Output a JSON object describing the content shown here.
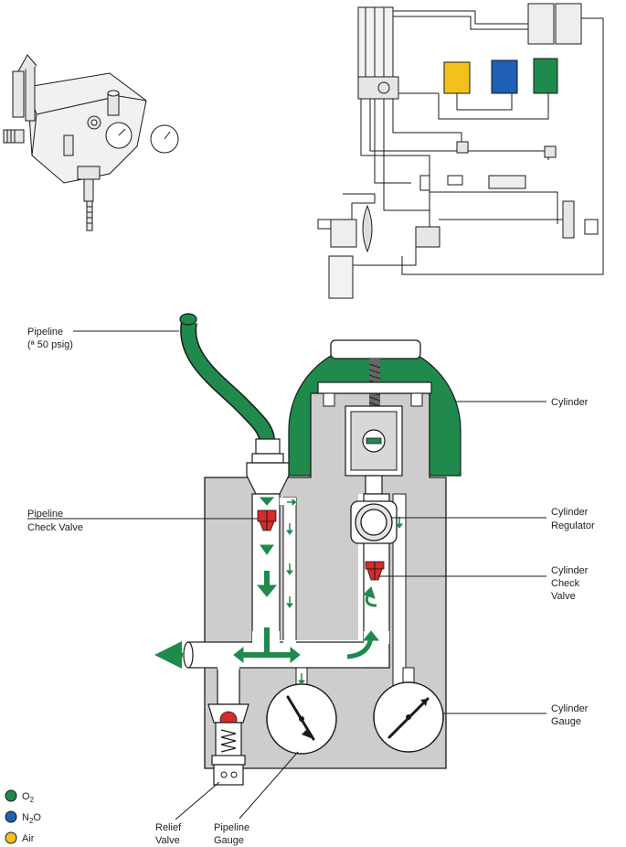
{
  "colors": {
    "o2": "#1f8a4c",
    "n2o": "#1f5fb4",
    "air": "#f2c21b",
    "relief": "#d62b2b",
    "body_gray": "#cdcdcd",
    "line": "#1a1a1a"
  },
  "labels": {
    "pipeline_line1": "Pipeline",
    "pipeline_line2": "(ª 50 psig)",
    "cylinder": "Cylinder",
    "pipeline_check_valve_line1": "Pipeline",
    "pipeline_check_valve_line2": "Check Valve",
    "cylinder_regulator_line1": "Cylinder",
    "cylinder_regulator_line2": "Regulator",
    "cylinder_check_valve_line1": "Cylinder",
    "cylinder_check_valve_line2": "Check",
    "cylinder_check_valve_line3": "Valve",
    "cylinder_gauge_line1": "Cylinder",
    "cylinder_gauge_line2": "Gauge",
    "relief_valve_line1": "Relief",
    "relief_valve_line2": "Valve",
    "pipeline_gauge_line1": "Pipeline",
    "pipeline_gauge_line2": "Gauge"
  },
  "legend": [
    {
      "base": "O",
      "sub": "2",
      "rest": "",
      "color_key": "o2"
    },
    {
      "base": "N",
      "sub": "2",
      "rest": "O",
      "color_key": "n2o"
    },
    {
      "base": "Air",
      "sub": "",
      "rest": "",
      "color_key": "air"
    }
  ]
}
